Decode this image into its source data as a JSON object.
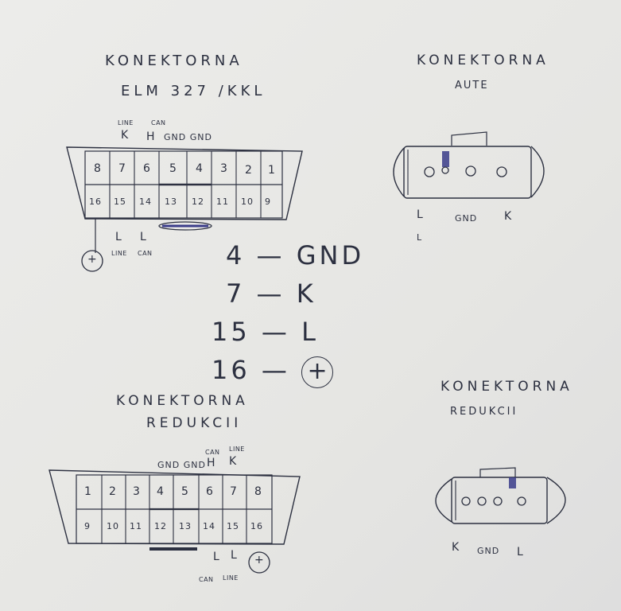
{
  "elm": {
    "title_line1": "KONEKTORNA",
    "title_line2": "ELM 327 /KKL",
    "top_label_line": "LINE",
    "top_label_can": "CAN",
    "top_pin_k": "K",
    "top_pin_h": "H",
    "top_pin_gnd": "GND GND",
    "row_top": [
      "8",
      "7",
      "6",
      "5",
      "4",
      "3",
      "2",
      "1"
    ],
    "row_bottom": [
      "16",
      "15",
      "14",
      "13",
      "12",
      "11",
      "10",
      "9"
    ],
    "bottom_l1": "L",
    "bottom_l2": "L",
    "bottom_line": "LINE",
    "bottom_can": "CAN",
    "plus": "+"
  },
  "auto": {
    "title_line1": "KONEKTORNA",
    "title_line2": "AUTE",
    "label_l": "L",
    "label_gnd": "GND",
    "label_k": "K",
    "label_l2": "L"
  },
  "mapping": {
    "rows": [
      {
        "pin": "4",
        "dash": "—",
        "target": "GND"
      },
      {
        "pin": "7",
        "dash": "—",
        "target": "K"
      },
      {
        "pin": "15",
        "dash": "—",
        "target": "L"
      },
      {
        "pin": "16",
        "dash": "—",
        "target": "+"
      }
    ]
  },
  "reduction_obd": {
    "title_line1": "KONEKTORNA",
    "title_line2": "REDUKCII",
    "top_can": "CAN",
    "top_line": "LINE",
    "top_gnd": "GND GND",
    "top_h": "H",
    "top_k": "K",
    "row_top": [
      "1",
      "2",
      "3",
      "4",
      "5",
      "6",
      "7",
      "8"
    ],
    "row_bottom": [
      "9",
      "10",
      "11",
      "12",
      "13",
      "14",
      "15",
      "16"
    ],
    "bottom_l1": "L",
    "bottom_l2": "L",
    "plus": "+",
    "bottom_can": "CAN",
    "bottom_line": "LINE"
  },
  "reduction_round": {
    "title_line1": "KONEKTORNA",
    "title_line2": "REDUKCII",
    "label_k": "K",
    "label_gnd": "GND",
    "label_l": "L"
  }
}
